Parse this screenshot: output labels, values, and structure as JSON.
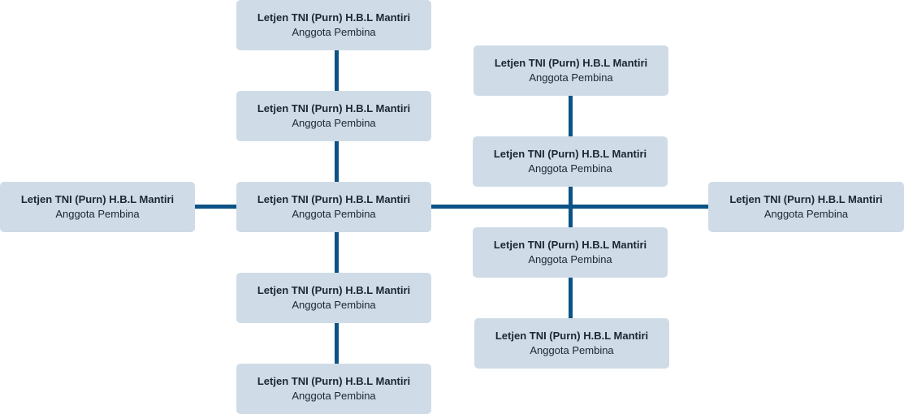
{
  "org_chart": {
    "nodes": [
      {
        "name": "Letjen TNI (Purn) H.B.L Mantiri",
        "role": "Anggota Pembina"
      },
      {
        "name": "Letjen TNI (Purn) H.B.L Mantiri",
        "role": "Anggota Pembina"
      },
      {
        "name": "Letjen TNI (Purn) H.B.L Mantiri",
        "role": "Anggota Pembina"
      },
      {
        "name": "Letjen TNI (Purn) H.B.L Mantiri",
        "role": "Anggota Pembina"
      },
      {
        "name": "Letjen TNI (Purn) H.B.L Mantiri",
        "role": "Anggota Pembina"
      },
      {
        "name": "Letjen TNI (Purn) H.B.L Mantiri",
        "role": "Anggota Pembina"
      },
      {
        "name": "Letjen TNI (Purn) H.B.L Mantiri",
        "role": "Anggota Pembina"
      },
      {
        "name": "Letjen TNI (Purn) H.B.L Mantiri",
        "role": "Anggota Pembina"
      },
      {
        "name": "Letjen TNI (Purn) H.B.L Mantiri",
        "role": "Anggota Pembina"
      },
      {
        "name": "Letjen TNI (Purn) H.B.L Mantiri",
        "role": "Anggota Pembina"
      },
      {
        "name": "Letjen TNI (Purn) H.B.L Mantiri",
        "role": "Anggota Pembina"
      }
    ]
  }
}
